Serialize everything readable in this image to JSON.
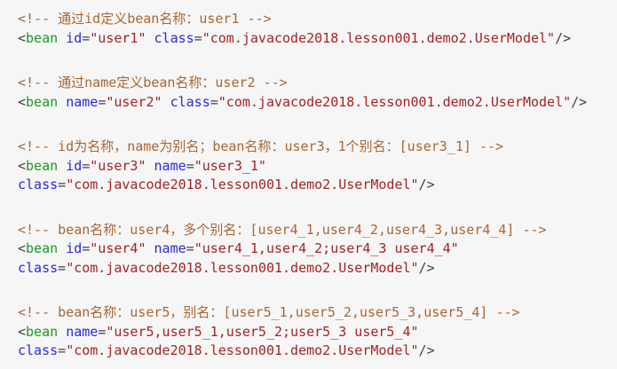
{
  "palette": {
    "bg": "#f6f6f6",
    "comment": "#aa6633",
    "tag": "#1e9628",
    "attr": "#2828dc",
    "string": "#a52323",
    "punct": "#424242",
    "plain": "#333333"
  },
  "code": {
    "blocks": [
      {
        "lines": [
          {
            "segments": [
              {
                "type": "comment",
                "text": "<!-- 通过id定义bean名称：user1 -->"
              }
            ]
          },
          {
            "segments": [
              {
                "type": "punct",
                "text": "<"
              },
              {
                "type": "tag",
                "text": "bean"
              },
              {
                "type": "plain",
                "text": " "
              },
              {
                "type": "attr",
                "text": "id"
              },
              {
                "type": "punct",
                "text": "="
              },
              {
                "type": "string",
                "text": "\"user1\""
              },
              {
                "type": "plain",
                "text": " "
              },
              {
                "type": "attr",
                "text": "class"
              },
              {
                "type": "punct",
                "text": "="
              },
              {
                "type": "string",
                "text": "\"com.javacode2018.lesson001.demo2.UserModel\""
              },
              {
                "type": "punct",
                "text": "/>"
              }
            ]
          }
        ]
      },
      {
        "lines": [
          {
            "segments": [
              {
                "type": "comment",
                "text": "<!-- 通过name定义bean名称：user2 -->"
              }
            ]
          },
          {
            "segments": [
              {
                "type": "punct",
                "text": "<"
              },
              {
                "type": "tag",
                "text": "bean"
              },
              {
                "type": "plain",
                "text": " "
              },
              {
                "type": "attr",
                "text": "name"
              },
              {
                "type": "punct",
                "text": "="
              },
              {
                "type": "string",
                "text": "\"user2\""
              },
              {
                "type": "plain",
                "text": " "
              },
              {
                "type": "attr",
                "text": "class"
              },
              {
                "type": "punct",
                "text": "="
              },
              {
                "type": "string",
                "text": "\"com.javacode2018.lesson001.demo2.UserModel\""
              },
              {
                "type": "punct",
                "text": "/>"
              }
            ]
          }
        ]
      },
      {
        "lines": [
          {
            "segments": [
              {
                "type": "comment",
                "text": "<!-- id为名称，name为别名；bean名称：user3，1个别名：[user3_1] -->"
              }
            ]
          },
          {
            "segments": [
              {
                "type": "punct",
                "text": "<"
              },
              {
                "type": "tag",
                "text": "bean"
              },
              {
                "type": "plain",
                "text": " "
              },
              {
                "type": "attr",
                "text": "id"
              },
              {
                "type": "punct",
                "text": "="
              },
              {
                "type": "string",
                "text": "\"user3\""
              },
              {
                "type": "plain",
                "text": " "
              },
              {
                "type": "attr",
                "text": "name"
              },
              {
                "type": "punct",
                "text": "="
              },
              {
                "type": "string",
                "text": "\"user3_1\""
              }
            ]
          },
          {
            "segments": [
              {
                "type": "attr",
                "text": "class"
              },
              {
                "type": "punct",
                "text": "="
              },
              {
                "type": "string",
                "text": "\"com.javacode2018.lesson001.demo2.UserModel\""
              },
              {
                "type": "punct",
                "text": "/>"
              }
            ]
          }
        ]
      },
      {
        "lines": [
          {
            "segments": [
              {
                "type": "comment",
                "text": "<!-- bean名称：user4，多个别名：[user4_1,user4_2,user4_3,user4_4] -->"
              }
            ]
          },
          {
            "segments": [
              {
                "type": "punct",
                "text": "<"
              },
              {
                "type": "tag",
                "text": "bean"
              },
              {
                "type": "plain",
                "text": " "
              },
              {
                "type": "attr",
                "text": "id"
              },
              {
                "type": "punct",
                "text": "="
              },
              {
                "type": "string",
                "text": "\"user4\""
              },
              {
                "type": "plain",
                "text": " "
              },
              {
                "type": "attr",
                "text": "name"
              },
              {
                "type": "punct",
                "text": "="
              },
              {
                "type": "string",
                "text": "\"user4_1,user4_2;user4_3 user4_4\""
              }
            ]
          },
          {
            "segments": [
              {
                "type": "attr",
                "text": "class"
              },
              {
                "type": "punct",
                "text": "="
              },
              {
                "type": "string",
                "text": "\"com.javacode2018.lesson001.demo2.UserModel\""
              },
              {
                "type": "punct",
                "text": "/>"
              }
            ]
          }
        ]
      },
      {
        "lines": [
          {
            "segments": [
              {
                "type": "comment",
                "text": "<!-- bean名称：user5，别名：[user5_1,user5_2,user5_3,user5_4] -->"
              }
            ]
          },
          {
            "segments": [
              {
                "type": "punct",
                "text": "<"
              },
              {
                "type": "tag",
                "text": "bean"
              },
              {
                "type": "plain",
                "text": " "
              },
              {
                "type": "attr",
                "text": "name"
              },
              {
                "type": "punct",
                "text": "="
              },
              {
                "type": "string",
                "text": "\"user5,user5_1,user5_2;user5_3 user5_4\""
              }
            ]
          },
          {
            "segments": [
              {
                "type": "attr",
                "text": "class"
              },
              {
                "type": "punct",
                "text": "="
              },
              {
                "type": "string",
                "text": "\"com.javacode2018.lesson001.demo2.UserModel\""
              },
              {
                "type": "punct",
                "text": "/>"
              }
            ]
          }
        ]
      }
    ]
  }
}
